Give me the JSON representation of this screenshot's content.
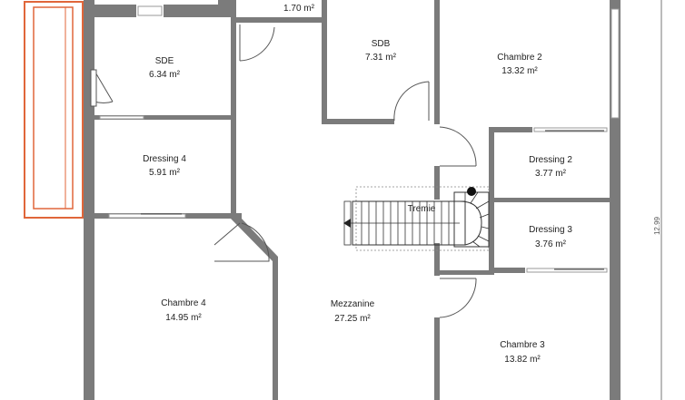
{
  "colors": {
    "wall": "#7b7b7b",
    "highlight": "#e0663a",
    "door": "#555555",
    "window": "#9a9a9a",
    "stair": "#333333"
  },
  "rooms": [
    {
      "id": "wc",
      "name": "",
      "area": "1.70 m²"
    },
    {
      "id": "sdb",
      "name": "SDB",
      "area": "7.31 m²"
    },
    {
      "id": "chambre2",
      "name": "Chambre 2",
      "area": "13.32 m²"
    },
    {
      "id": "sde",
      "name": "SDE",
      "area": "6.34 m²"
    },
    {
      "id": "dressing4",
      "name": "Dressing 4",
      "area": "5.91 m²"
    },
    {
      "id": "dressing2",
      "name": "Dressing 2",
      "area": "3.77 m²"
    },
    {
      "id": "dressing3",
      "name": "Dressing 3",
      "area": "3.76 m²"
    },
    {
      "id": "chambre4",
      "name": "Chambre 4",
      "area": "14.95 m²"
    },
    {
      "id": "mezzanine",
      "name": "Mezzanine",
      "area": "27.25 m²"
    },
    {
      "id": "chambre3",
      "name": "Chambre 3",
      "area": "13.82 m²"
    }
  ],
  "stair_label": "Tremie",
  "dimension": "12.99"
}
